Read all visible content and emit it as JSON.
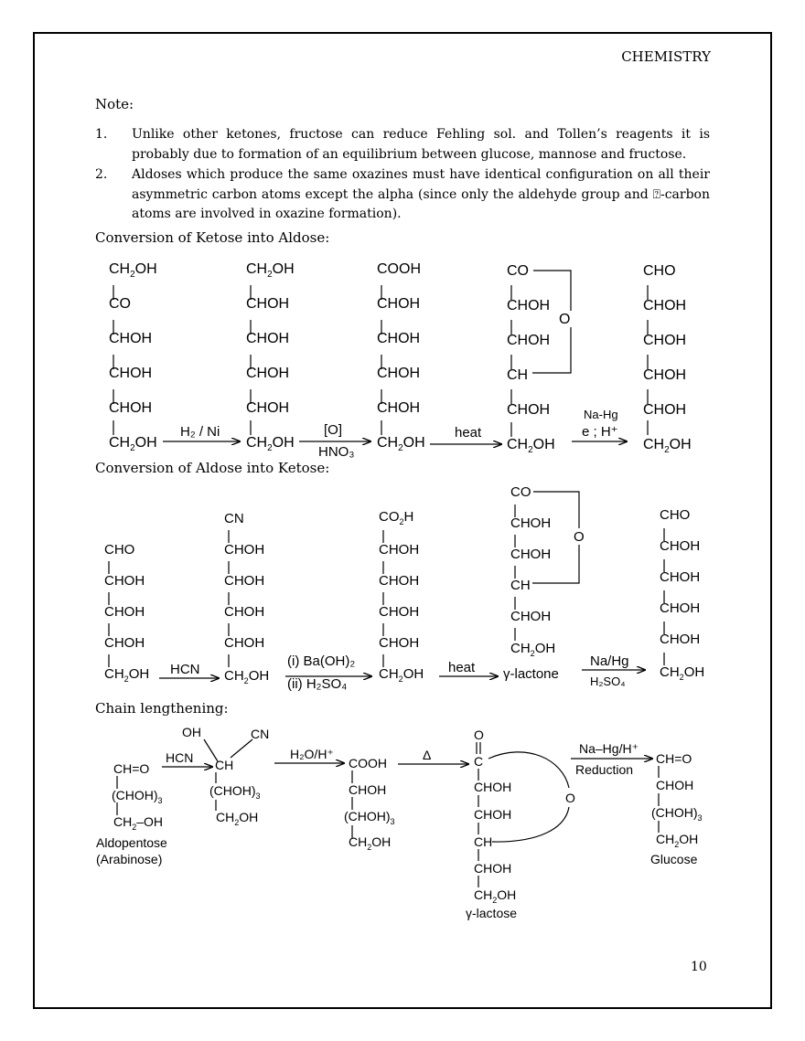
{
  "header": {
    "subject": "CHEMISTRY"
  },
  "note": {
    "title": "Note:",
    "items": [
      {
        "num": "1.",
        "text": "Unlike other ketones, fructose can reduce Fehling sol. and Tollen’s reagents it is probably due to formation of an equilibrium between glucose, mannose and fructose."
      },
      {
        "num": "2.",
        "text": "Aldoses which produce the same oxazines must have identical configuration on all their asymmetric carbon atoms except the alpha (since only the aldehyde group and ⍰-carbon atoms are involved in oxazine formation)."
      }
    ]
  },
  "sections": {
    "ketose_to_aldose": "Conversion of Ketose into Aldose:",
    "aldose_to_ketose": "Conversion of Aldose into Ketose:",
    "chain_lengthening": "Chain lengthening:"
  },
  "scheme1": {
    "arrows": {
      "a1_top": "H₂ / Ni",
      "a2_top": "[O]",
      "a2_bottom": "HNO₃",
      "a3_top": "heat",
      "a4_top1": "Na-Hg",
      "a4_top2": "e ; H⁺"
    },
    "ring_o": "O"
  },
  "scheme2": {
    "arrows": {
      "a1_top": "HCN",
      "a2_top": "(i) Ba(OH)₂",
      "a2_bottom": "(ii) H₂SO₄",
      "a3_top": "heat",
      "a4_top": "Na/Hg",
      "a4_bottom": "H₂SO₄"
    },
    "lactone_label": "γ-lactone",
    "ring_o": "O"
  },
  "scheme3": {
    "arrows": {
      "a1_top": "HCN",
      "a2_top": "H₂O/H⁺",
      "a3_top": "Δ",
      "a4_top": "Na–Hg/H⁺",
      "a4_bottom": "Reduction"
    },
    "labels": {
      "aldopentose": "Aldopentose",
      "arabinose": "(Arabinose)",
      "lactose": "γ-lactose",
      "glucose": "Glucose"
    },
    "ring_o": "O"
  },
  "footer": {
    "page_number": "10"
  }
}
